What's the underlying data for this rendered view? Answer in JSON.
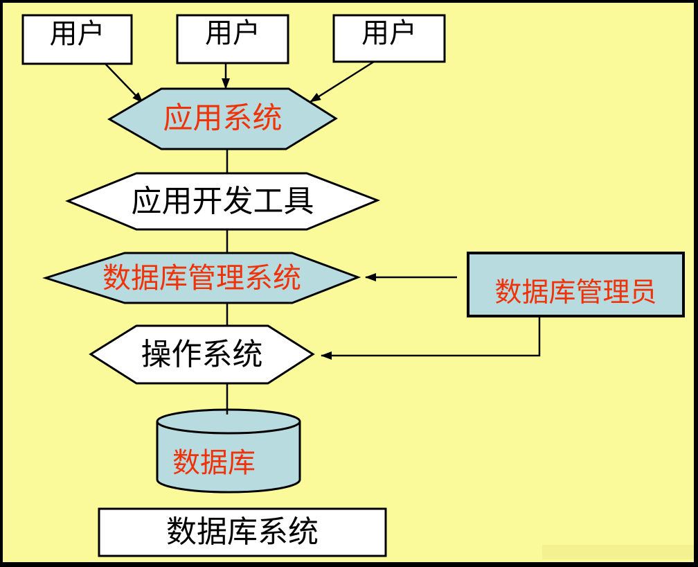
{
  "diagram": {
    "title": "database-system-architecture",
    "nodes": {
      "user1": {
        "label": "用户",
        "shape": "rectangle",
        "fill": "#FFFFFF",
        "text_color": "#000000"
      },
      "user2": {
        "label": "用户",
        "shape": "rectangle",
        "fill": "#FFFFFF",
        "text_color": "#000000"
      },
      "user3": {
        "label": "用户",
        "shape": "rectangle",
        "fill": "#FFFFFF",
        "text_color": "#000000"
      },
      "app_system": {
        "label": "应用系统",
        "shape": "hexagon",
        "fill": "#B7DBDF",
        "text_color": "#F03208"
      },
      "dev_tools": {
        "label": "应用开发工具",
        "shape": "hexagon",
        "fill": "#FFFFFF",
        "text_color": "#000000"
      },
      "dbms": {
        "label": "数据库管理系统",
        "shape": "hexagon",
        "fill": "#B7DBDF",
        "text_color": "#F03208"
      },
      "os": {
        "label": "操作系统",
        "shape": "hexagon",
        "fill": "#FFFFFF",
        "text_color": "#000000"
      },
      "dba": {
        "label": "数据库管理员",
        "shape": "rectangle",
        "fill": "#B7DBDF",
        "text_color": "#F03208"
      },
      "database": {
        "label": "数据库",
        "shape": "cylinder",
        "fill": "#B7DBDF",
        "text_color": "#F03208"
      },
      "db_system": {
        "label": "数据库系统",
        "shape": "rectangle",
        "fill": "#FFFFFF",
        "text_color": "#000000"
      }
    },
    "edges": [
      {
        "from": "user1",
        "to": "app_system",
        "arrow": true
      },
      {
        "from": "user2",
        "to": "app_system",
        "arrow": true
      },
      {
        "from": "user3",
        "to": "app_system",
        "arrow": true
      },
      {
        "from": "app_system",
        "to": "dev_tools",
        "arrow": false
      },
      {
        "from": "dev_tools",
        "to": "dbms",
        "arrow": false
      },
      {
        "from": "dbms",
        "to": "os",
        "arrow": false
      },
      {
        "from": "os",
        "to": "database",
        "arrow": false
      },
      {
        "from": "dba",
        "to": "dbms",
        "arrow": true
      },
      {
        "from": "dba",
        "to": "os",
        "arrow": true
      }
    ],
    "colors": {
      "background": "#FBFA9B",
      "frame_border": "#000000",
      "node_stroke": "#000000",
      "accent_fill": "#B7DBDF",
      "accent_text": "#F03208",
      "watermark": "#F2EF8E"
    }
  }
}
